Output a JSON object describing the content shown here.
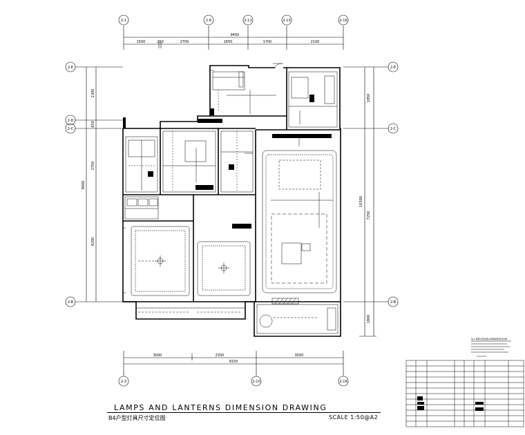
{
  "drawing": {
    "title": "LAMPS AND LANTERNS DIMENSION DRAWING",
    "subtitle": "B4户型灯具尺寸定位图",
    "scale": "SCALE  1:50@A2"
  },
  "top_axes": [
    "2-1",
    "2-8",
    "2-11",
    "2-13",
    "2-16"
  ],
  "bottom_axes": [
    "2-3",
    "2-10",
    "2-16"
  ],
  "left_axes": [
    "2-E",
    "2-D",
    "2-C",
    "2-B"
  ],
  "right_axes": [
    "2-E",
    "2-C",
    "2-B"
  ],
  "dims": {
    "top_total": "9450",
    "top_segments": [
      "1500",
      "250",
      "2700",
      "1650",
      "1700",
      "2100"
    ],
    "bottom_total": "9150",
    "bottom_segments": [
      "3000",
      "2350",
      "3000"
    ],
    "left_total": "9000",
    "left_segments": [
      "2300",
      "650",
      "2750",
      "4200"
    ],
    "right_total": "10300",
    "right_segments": [
      "1850",
      "7250",
      "1800"
    ]
  },
  "legend": {
    "notes": "注:1.所有灯具位置以现场实际情况为准"
  },
  "colors": {
    "line": "#000000",
    "paper": "#ffffff"
  }
}
